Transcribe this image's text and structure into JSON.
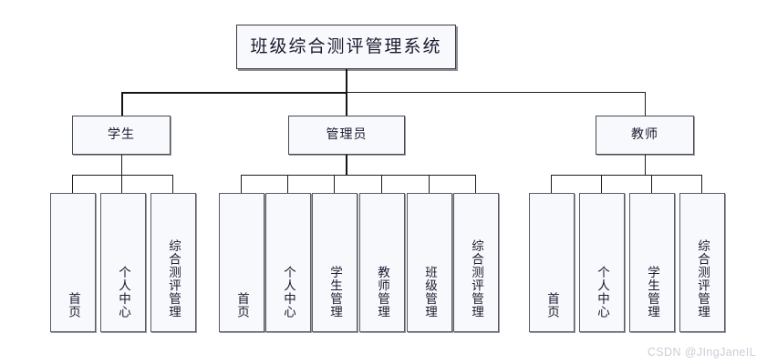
{
  "diagram": {
    "type": "organization-chart",
    "title": "班级综合测评管理系统",
    "watermark": "CSDN @JIngJaneIL",
    "colors": {
      "background": "#ffffff",
      "box_fill": "#f7f9fd",
      "box_border": "#5a5a63",
      "line": "#1d1d1d",
      "text": "#1a1a2e",
      "watermark": "#c9ced6"
    },
    "root": {
      "label": "班级综合测评管理系统"
    },
    "roles": [
      {
        "label": "学生",
        "children": [
          {
            "label": "首页"
          },
          {
            "label": "个人中心"
          },
          {
            "label": "综合测评管理"
          }
        ]
      },
      {
        "label": "管理员",
        "children": [
          {
            "label": "首页"
          },
          {
            "label": "个人中心"
          },
          {
            "label": "学生管理"
          },
          {
            "label": "教师管理"
          },
          {
            "label": "班级管理"
          },
          {
            "label": "综合测评管理"
          }
        ]
      },
      {
        "label": "教师",
        "children": [
          {
            "label": "首页"
          },
          {
            "label": "个人中心"
          },
          {
            "label": "学生管理"
          },
          {
            "label": "综合测评管理"
          }
        ]
      }
    ]
  }
}
